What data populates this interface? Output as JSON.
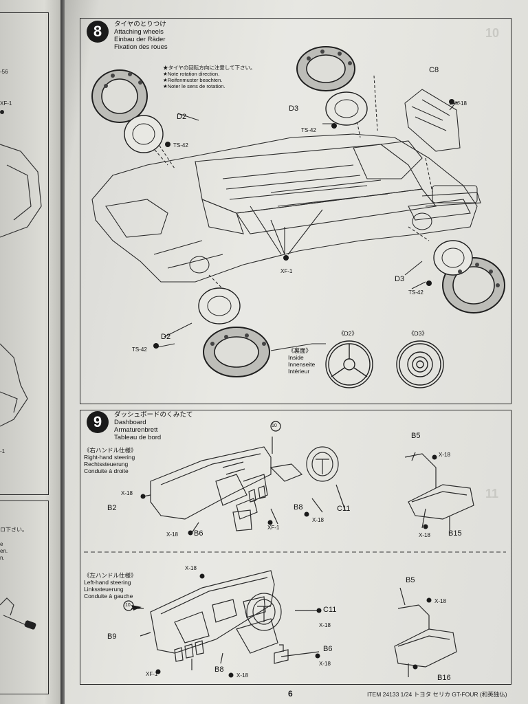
{
  "left_page": {
    "texts": [
      "-56",
      "XF-1",
      "-1",
      "ロ下さい。",
      "e",
      "en.",
      "n."
    ]
  },
  "step8": {
    "number": "8",
    "title_lines": [
      "タイヤのとりつけ",
      "Attaching wheels",
      "Einbau der Räder",
      "Fixation des roues"
    ],
    "note_lines": [
      "★タイヤの回転方向に注意して下さい。",
      "★Note rotation direction.",
      "★Reifenmuster beachten.",
      "★Noter le sens de rotation."
    ],
    "labels": {
      "d2_top": "D2",
      "ts42_top": "TS-42",
      "d3_top": "D3",
      "ts42_mid": "TS-42",
      "c8": "C8",
      "x18": "X-18",
      "xf1": "XF-1",
      "d3_right": "D3",
      "ts42_right": "TS-42",
      "d2_bottom": "D2",
      "ts42_bottom": "TS-42"
    },
    "inside_lines": [
      "《裏面》",
      "Inside",
      "Innenseite",
      "Intérieur"
    ],
    "wheel_d2": "《D2》",
    "wheel_d3": "《D3》",
    "watermark": "10"
  },
  "step9": {
    "number": "9",
    "title_lines": [
      "ダッシュボードのくみたて",
      "Dashboard",
      "Armaturenbrett",
      "Tableau de bord"
    ],
    "rhd_lines": [
      "《右ハンドル仕様》",
      "Right-hand steering",
      "Rechtssteuerung",
      "Conduite à droite"
    ],
    "lhd_lines": [
      "《左ハンドル仕様》",
      "Left-hand steering",
      "Linkssteuerung",
      "Conduite à gauche"
    ],
    "rhd_labels": {
      "ten": "10",
      "x18_a": "X-18",
      "b2": "B2",
      "x18_b6": "X-18",
      "b6": "B6",
      "xf1": "XF-1",
      "b8": "B8",
      "x18_b": "X-18",
      "c11": "C11",
      "b5": "B5",
      "x18_c": "X-18",
      "x18_d": "X-18",
      "b15": "B15"
    },
    "lhd_labels": {
      "x18_top": "X-18",
      "ten": "10",
      "b9": "B9",
      "c11": "C11",
      "x18_a": "X-18",
      "b6": "B6",
      "x18_b": "X-18",
      "xf1": "XF-1",
      "b8": "B8",
      "x18_c": "X-18",
      "b5": "B5",
      "x18_d": "X-18",
      "b16": "B16"
    },
    "watermark": "11"
  },
  "footer": {
    "page_number": "6",
    "item": "ITEM 24133  1/24 トヨタ セリカ GT-FOUR (和英独仏)"
  }
}
